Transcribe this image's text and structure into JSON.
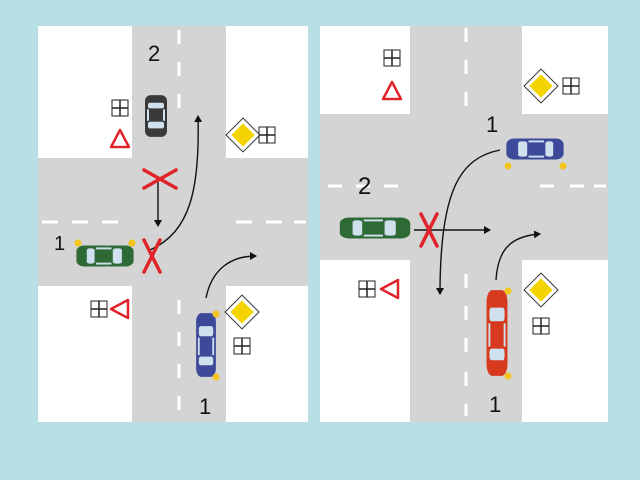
{
  "colors": {
    "background": "#b8dfe3",
    "grass": "#ffffff",
    "road": "#d4d4d4",
    "marking": "#ffffff",
    "forbidden": "#e0232b",
    "arrow": "#111111",
    "priority_sign": "#f4d400",
    "yield_sign": "#e0232b",
    "car_blue": "#3d4a9a",
    "car_green": "#2d6a36",
    "car_black": "#3a3a3a",
    "car_red": "#d6391e",
    "turn_signal": "#f2c41c"
  },
  "left_scene": {
    "labels": {
      "car_top": "2",
      "car_left": "1",
      "car_bottom": "1"
    },
    "cars": [
      {
        "id": "black-car",
        "color": "car_black",
        "heading": "south",
        "signal": "none"
      },
      {
        "id": "green-car",
        "color": "car_green",
        "heading": "east",
        "signal": "left"
      },
      {
        "id": "blue-car",
        "color": "car_blue",
        "heading": "north",
        "signal": "right"
      }
    ],
    "signs": [
      {
        "type": "yield",
        "with_plate": true
      },
      {
        "type": "main-road",
        "with_plate": true
      },
      {
        "type": "yield",
        "with_plate": true
      },
      {
        "type": "main-road",
        "with_plate": true
      }
    ],
    "forbidden_marks": 2
  },
  "right_scene": {
    "labels": {
      "car_top": "1",
      "car_left": "2",
      "car_bottom": "1"
    },
    "cars": [
      {
        "id": "blue-car",
        "color": "car_blue",
        "heading": "west",
        "signal": "left"
      },
      {
        "id": "green-car",
        "color": "car_green",
        "heading": "east",
        "signal": "none"
      },
      {
        "id": "red-car",
        "color": "car_red",
        "heading": "north",
        "signal": "right"
      }
    ],
    "signs": [
      {
        "type": "yield",
        "with_plate": true
      },
      {
        "type": "main-road",
        "with_plate": true
      },
      {
        "type": "yield",
        "with_plate": true
      },
      {
        "type": "main-road",
        "with_plate": true
      }
    ],
    "forbidden_marks": 1
  }
}
